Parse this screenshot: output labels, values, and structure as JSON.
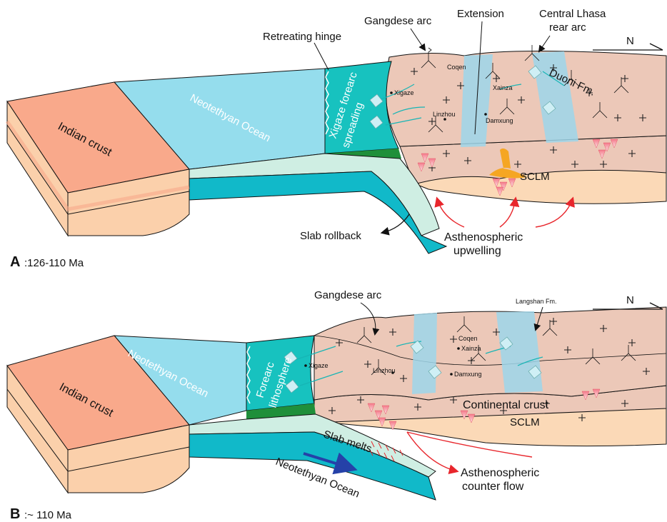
{
  "panel_a": {
    "letter": "A",
    "age": ":126-110 Ma",
    "indian_crust": "Indian crust",
    "ocean": "Neotethyan Ocean",
    "retreating_hinge": "Retreating hinge",
    "forearc_1": "Xigaze forearc",
    "forearc_2": "spreading",
    "gangdese_arc": "Gangdese arc",
    "extension": "Extension",
    "rear_arc_1": "Central Lhasa",
    "rear_arc_2": "rear arc",
    "duoni": "Duoni Fm.",
    "sclm": "SCLM",
    "slab_rollback": "Slab rollback",
    "upwelling_1": "Asthenospheric",
    "upwelling_2": "upwelling",
    "north": "N",
    "towns": {
      "xigaze": "Xigaze",
      "coqen": "Coqen",
      "xainza": "Xainza",
      "linzhou": "Linzhou",
      "damxung": "Damxung"
    }
  },
  "panel_b": {
    "letter": "B",
    "age": ":~ 110 Ma",
    "indian_crust": "Indian crust",
    "ocean": "Neotethyan Ocean",
    "ocean_slab": "Neotethyan Ocean",
    "forearc_1": "Forearc",
    "forearc_2": "lithosphere",
    "gangdese_arc": "Gangdese arc",
    "langshan": "Langshan Fm.",
    "continental_crust": "Continental crust",
    "sclm": "SCLM",
    "slab_melts": "Slab melts",
    "counter_1": "Asthenospheric",
    "counter_2": "counter flow",
    "north": "N",
    "towns": {
      "xigaze": "Xigaze",
      "coqen": "Coqen",
      "xainza": "Xainza",
      "linzhou": "Linzhou",
      "damxung": "Damxung"
    }
  },
  "colors": {
    "indian_crust_top": "#f9a98b",
    "indian_crust_side": "#fbd0ab",
    "ocean": "#95dded",
    "slab": "#11b9c9",
    "forearc": "#17c2bf",
    "crust": "#ecc8b8",
    "mantle": "#fbd9b7",
    "extension": "#9ed6ea",
    "green": "#1f8f3a",
    "magma": "#f5a623",
    "arrow_red": "#e8262c",
    "arrow_blue": "#2541a8"
  }
}
